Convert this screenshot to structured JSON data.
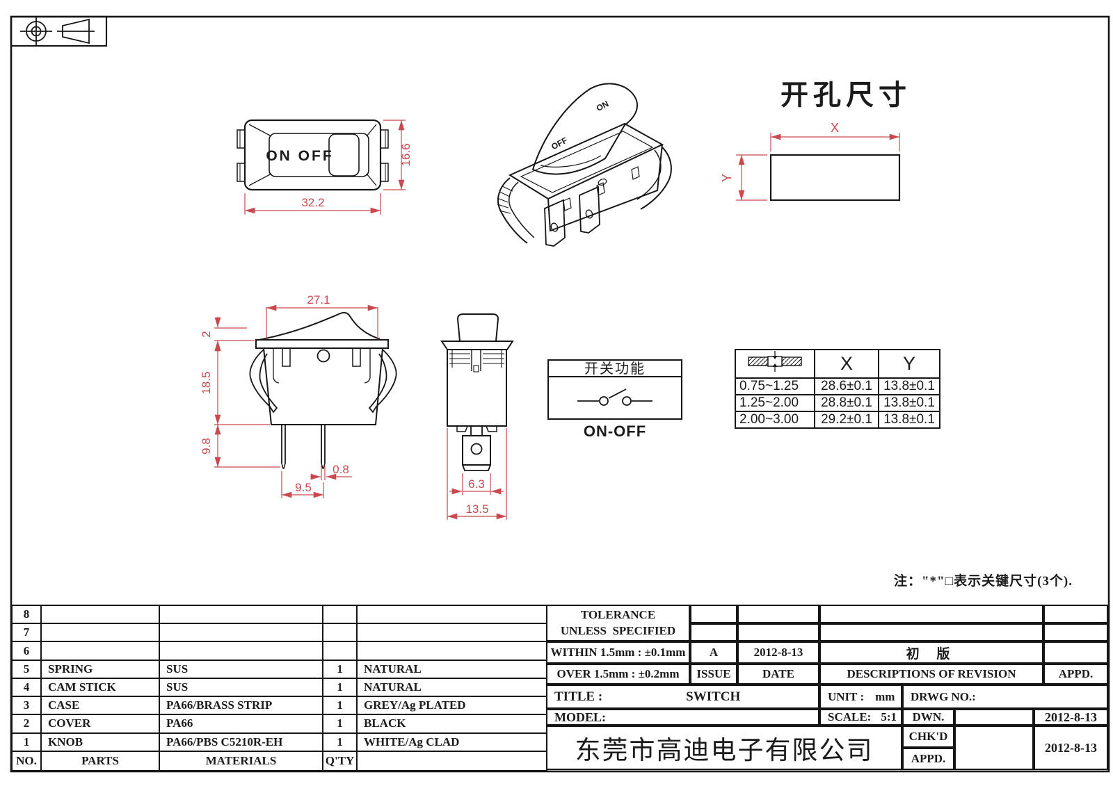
{
  "page": {
    "background": "#ffffff",
    "line_color": "#161616",
    "dimension_color": "#c9494f"
  },
  "projection_symbol": {
    "name": "first-angle-projection-symbol"
  },
  "views": {
    "top_view": {
      "rocker_label": "ON OFF",
      "dim_width": "32.2",
      "dim_height": "16.6"
    },
    "iso_view": {
      "label_on": "ON",
      "label_off": "OFF"
    },
    "cutout": {
      "title": "开孔尺寸",
      "x_label": "X",
      "y_label": "Y"
    },
    "front_view": {
      "dims": {
        "rocker_width": "27.1",
        "lip_height": "2",
        "body_height": "18.5",
        "pin_length": "9.8",
        "pin_width": "0.8",
        "pin_pitch": "9.5"
      }
    },
    "side_view": {
      "dims": {
        "terminal_width": "6.3",
        "body_depth": "13.5"
      }
    },
    "function_box": {
      "title": "开关功能",
      "label": "ON-OFF"
    }
  },
  "xy_table": {
    "headers": {
      "x": "X",
      "y": "Y"
    },
    "rows": [
      {
        "thickness": "0.75~1.25",
        "x": "28.6±0.1",
        "y": "13.8±0.1"
      },
      {
        "thickness": "1.25~2.00",
        "x": "28.8±0.1",
        "y": "13.8±0.1"
      },
      {
        "thickness": "2.00~3.00",
        "x": "29.2±0.1",
        "y": "13.8±0.1"
      }
    ]
  },
  "note": {
    "text": "注：\"*\"□表示关键尺寸(3个)."
  },
  "parts_table": {
    "rows": [
      {
        "no": "8",
        "part": "",
        "material": "",
        "qty": "",
        "finish": ""
      },
      {
        "no": "7",
        "part": "",
        "material": "",
        "qty": "",
        "finish": ""
      },
      {
        "no": "6",
        "part": "",
        "material": "",
        "qty": "",
        "finish": ""
      },
      {
        "no": "5",
        "part": "SPRING",
        "material": "SUS",
        "qty": "1",
        "finish": "NATURAL"
      },
      {
        "no": "4",
        "part": "CAM STICK",
        "material": "SUS",
        "qty": "1",
        "finish": "NATURAL"
      },
      {
        "no": "3",
        "part": "CASE",
        "material": "PA66/BRASS STRIP",
        "qty": "1",
        "finish": "GREY/Ag PLATED"
      },
      {
        "no": "2",
        "part": "COVER",
        "material": "PA66",
        "qty": "1",
        "finish": "BLACK"
      },
      {
        "no": "1",
        "part": "KNOB",
        "material": "PA66/PBS C5210R-EH",
        "qty": "1",
        "finish": "WHITE/Ag CLAD"
      }
    ],
    "header": {
      "no": "NO.",
      "parts": "PARTS",
      "materials": "MATERIALS",
      "qty": "Q'TY",
      "finish": ""
    }
  },
  "title_block": {
    "tolerance_line1": "TOLERANCE",
    "tolerance_line2": "UNLESS  SPECIFIED",
    "within": "WITHIN 1.5mm : ±0.1mm",
    "over": "OVER 1.5mm : ±0.2mm",
    "issue_value": "A",
    "issue_label": "ISSUE",
    "date_value": "2012-8-13",
    "date_label": "DATE",
    "revision_description": "初 版",
    "revision_header": "DESCRIPTIONS OF REVISION",
    "appd_header": "APPD.",
    "title_label": "TITLE :",
    "title_value": "SWITCH",
    "unit_label": "UNIT :",
    "unit_value": "mm",
    "drwg_label": "DRWG NO.:",
    "model_label": "MODEL:",
    "scale_label": "SCALE:",
    "scale_value": "5:1",
    "dwn_label": "DWN.",
    "dwn_date": "2012-8-13",
    "chkd_label": "CHK'D",
    "appd_label": "APPD.",
    "chkd_date": "2012-8-13",
    "company": "东莞市高迪电子有限公司"
  }
}
